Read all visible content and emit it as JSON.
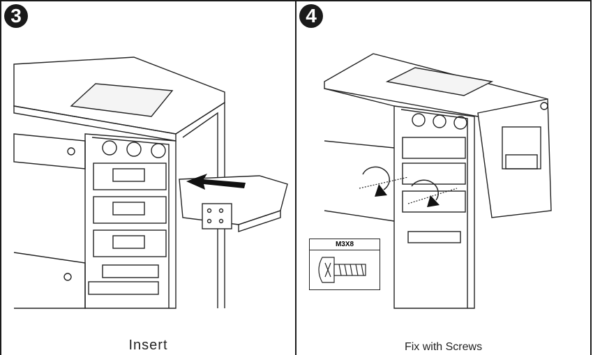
{
  "steps": [
    {
      "number": "3",
      "caption": "Insert"
    },
    {
      "number": "4",
      "caption": "Fix with Screws",
      "screw_label": "M3X8"
    }
  ]
}
